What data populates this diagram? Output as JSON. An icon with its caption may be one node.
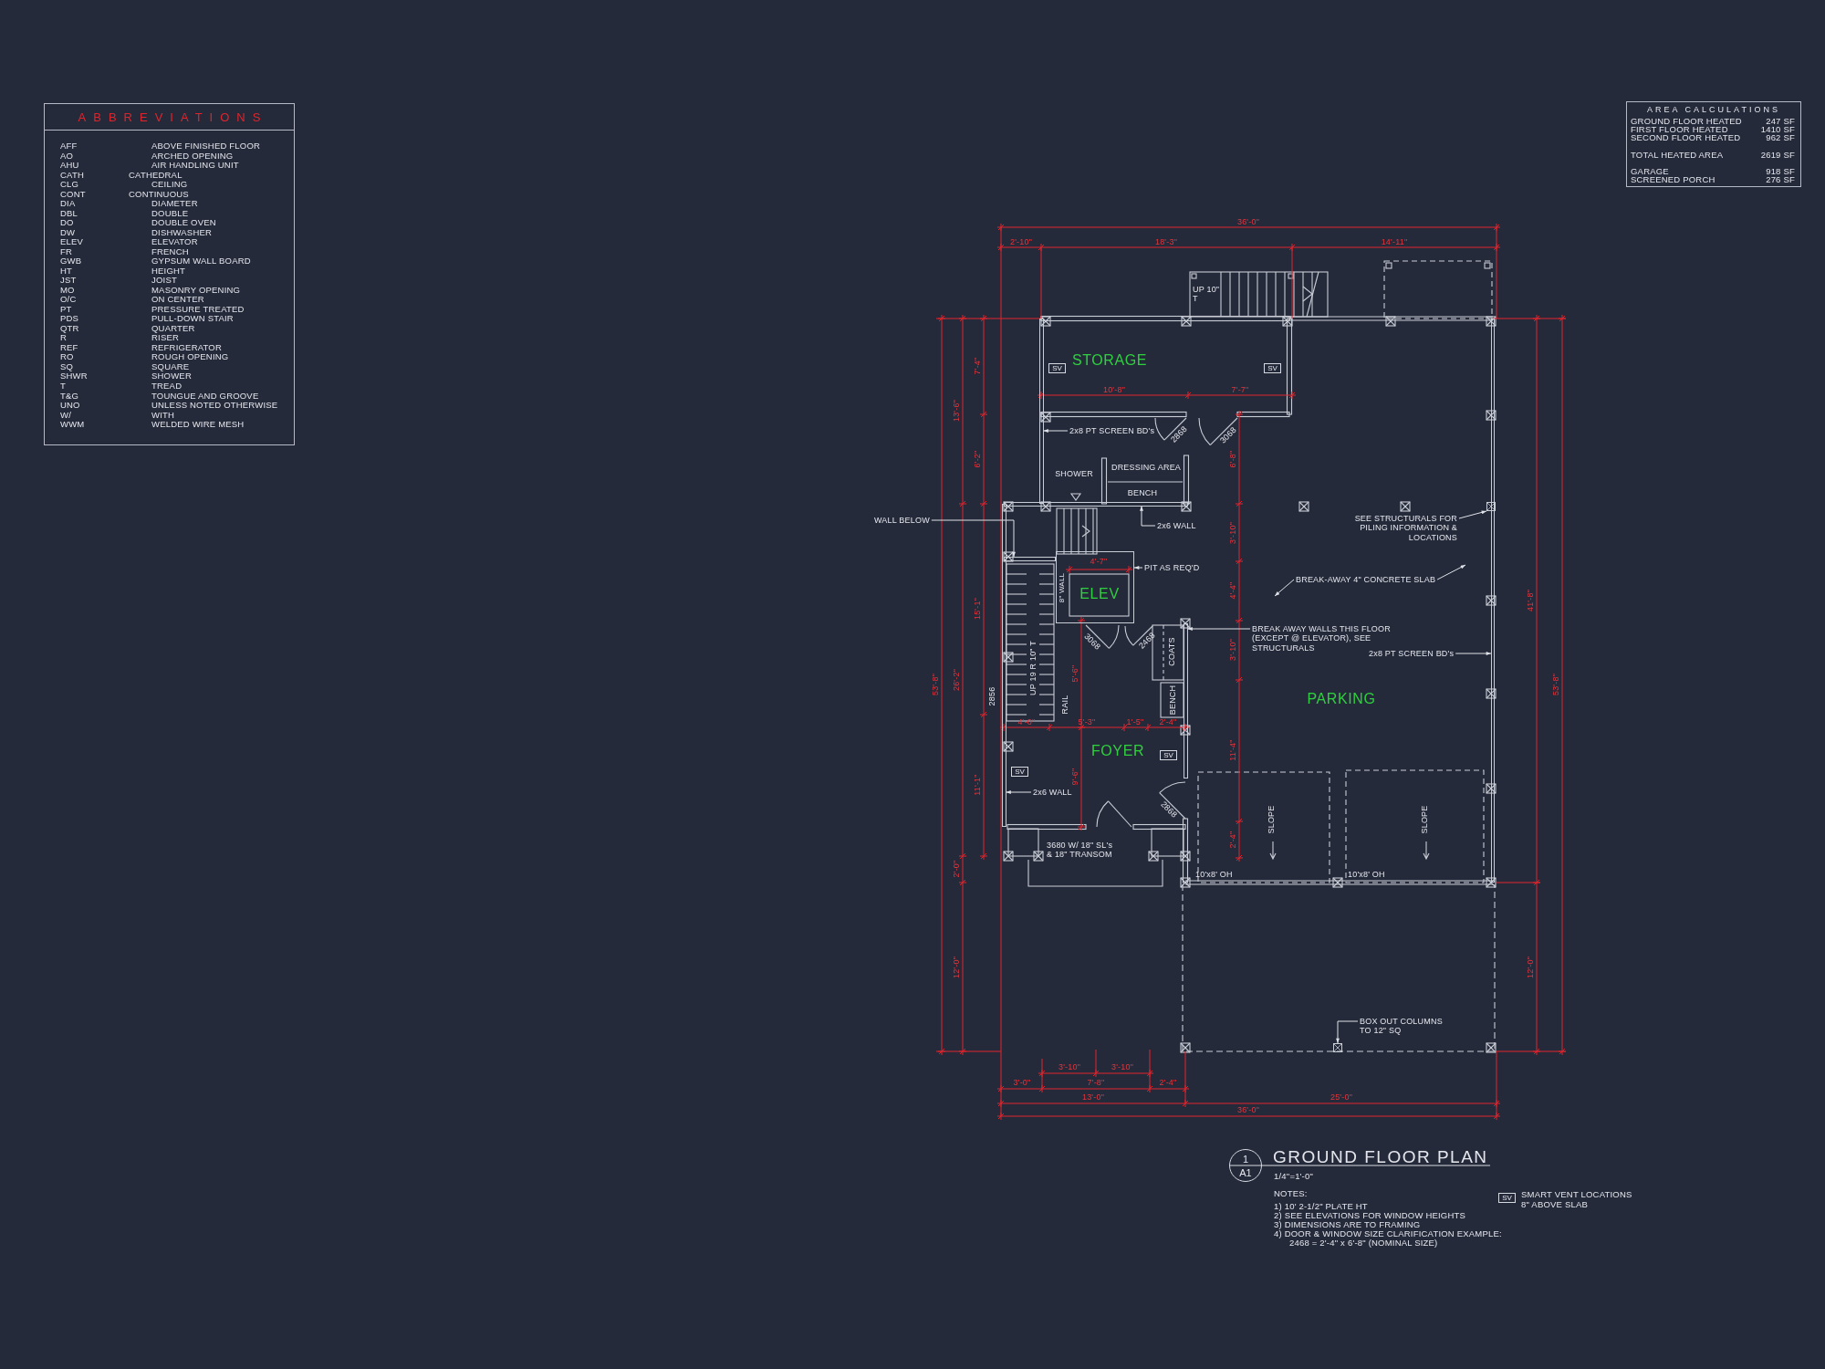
{
  "diagram": {
    "title": "GROUND FLOOR PLAN",
    "nodes": [
      {
        "text": [
          "ABBREVIATIONS"
        ]
      },
      {
        "text": [
          "AREA CALCULATIONS"
        ]
      },
      {
        "text": [
          "SV"
        ]
      },
      {
        "text": [
          "SV"
        ]
      },
      {
        "text": [
          "SV"
        ]
      },
      {
        "text": [
          "SV"
        ]
      },
      {
        "text": [
          "2x8 PT SCREEN BD's"
        ]
      },
      {
        "text": [
          "WALL BELOW"
        ]
      },
      {
        "text": [
          "2x6 WALL"
        ]
      },
      {
        "text": [
          "PIT AS REQ'D"
        ]
      },
      {
        "text": [
          "SEE STRUCTURALS FOR PILING INFORMATION & LOCATIONS"
        ]
      },
      {
        "text": [
          "BREAK-AWAY 4\" CONCRETE SLAB"
        ]
      },
      {
        "text": [
          "BREAK AWAY WALLS THIS FLOOR (EXCEPT @ ELEVATOR), SEE STRUCTURALS"
        ]
      },
      {
        "text": [
          "2x8 PT SCREEN BD's"
        ]
      },
      {
        "text": [
          "2x6 WALL"
        ]
      },
      {
        "text": [
          "BOX OUT COLUMNS TO 12\" SQ"
        ]
      },
      {
        "text": [
          "1",
          "A1"
        ]
      },
      {
        "text": [
          "SV"
        ],
        "beside": [
          "SMART VENT LOCATIONS 8\" ABOVE SLAB"
        ]
      },
      {
        "text": [
          "ELEV"
        ]
      },
      {
        "text": [],
        "shape": "bar"
      },
      {
        "text": [],
        "shape": "bar"
      },
      {
        "text": [],
        "shape": "bar"
      },
      {
        "text": [],
        "shape": "box"
      },
      {
        "text": [],
        "shape": "bar"
      },
      {
        "text": [],
        "shape": "bar"
      },
      {
        "text": [],
        "shape": "bar"
      },
      {
        "text": [],
        "shape": "box"
      }
    ],
    "edges": [
      {
        "from": 6,
        "to": 19,
        "arrow": "to"
      },
      {
        "from": 7,
        "to": 20,
        "arrow": "to"
      },
      {
        "from": 8,
        "to": 21,
        "arrow": "to"
      },
      {
        "from": 9,
        "to": 18,
        "arrow": "to"
      },
      {
        "from": 10,
        "to": 22,
        "arrow": "to"
      },
      {
        "from": 11,
        "to": null,
        "arrow": "to"
      },
      {
        "from": 11,
        "to": null,
        "arrow": "to"
      },
      {
        "from": 12,
        "to": 23,
        "arrow": "to"
      },
      {
        "from": 13,
        "to": 24,
        "arrow": "to"
      },
      {
        "from": 14,
        "to": 25,
        "arrow": "to"
      },
      {
        "from": 15,
        "to": 26,
        "arrow": "to"
      }
    ],
    "labels": [
      "AFF",
      "ABOVE FINISHED FLOOR",
      "AO",
      "ARCHED OPENING",
      "AHU",
      "AIR HANDLING UNIT",
      "CATH",
      "CATHEDRAL",
      "CLG",
      "CEILING",
      "CONT",
      "CONTINUOUS",
      "DIA",
      "DIAMETER",
      "DBL",
      "DOUBLE",
      "DO",
      "DOUBLE OVEN",
      "DW",
      "DISHWASHER",
      "ELEV",
      "ELEVATOR",
      "FR",
      "FRENCH",
      "GWB",
      "GYPSUM WALL BOARD",
      "HT",
      "HEIGHT",
      "JST",
      "JOIST",
      "MO",
      "MASONRY OPENING",
      "O/C",
      "ON CENTER",
      "PT",
      "PRESSURE TREATED",
      "PDS",
      "PULL-DOWN STAIR",
      "QTR",
      "QUARTER",
      "R",
      "RISER",
      "REF",
      "REFRIGERATOR",
      "RO",
      "ROUGH OPENING",
      "SQ",
      "SQUARE",
      "SHWR",
      "SHOWER",
      "T",
      "TREAD",
      "T&G",
      "TOUNGUE AND GROOVE",
      "UNO",
      "UNLESS NOTED OTHERWISE",
      "W/",
      "WITH",
      "WWM",
      "WELDED WIRE MESH",
      "GROUND FLOOR HEATED",
      "247 SF",
      "FIRST FLOOR HEATED",
      "1410 SF",
      "SECOND FLOOR HEATED",
      "962 SF",
      "TOTAL HEATED AREA",
      "2619 SF",
      "GARAGE",
      "918 SF",
      "SCREENED PORCH",
      "276 SF",
      "36'-0\"",
      "2'-10\"",
      "18'-3\"",
      "14'-11\"",
      "UP 10\" T",
      "STORAGE",
      "10'-8\"",
      "7'-7\"",
      "7'-4\"",
      "13'-6\"",
      "2868",
      "3068",
      "6'-2\"",
      "6'-8\"",
      "SHOWER",
      "DRESSING AREA",
      "BENCH",
      "3'-10\"",
      "4'-7\"",
      "8\" WALL",
      "4'-4\"",
      "15'-1\"",
      "3068",
      "2468",
      "COATS",
      "3'-10\"",
      "5'-6\"",
      "UP 19 R 10\" T",
      "53'-8\"",
      "26'-2\"",
      "53'-8\"",
      "41'-8\"",
      "RAIL",
      "2856",
      "BENCH",
      "PARKING",
      "4'-0\"",
      "5'-3\"",
      "1'-5\"",
      "2'-4\"",
      "FOYER",
      "11'-4\"",
      "11'-1\"",
      "9'-6\"",
      "2868",
      "SLOPE",
      "SLOPE",
      "3680 W/ 18\" SL's & 18\" TRANSOM",
      "2'-4\"",
      "2'-0\"",
      "10'x8' OH",
      "10'x8' OH",
      "12'-0\"",
      "12'-0\"",
      "3'-10\"",
      "3'-10\"",
      "3'-0\"",
      "7'-8\"",
      "2'-4\"",
      "13'-0\"",
      "25'-0\"",
      "36'-0\"",
      "1/4\"=1'-0\"",
      "NOTES:",
      "1) 10' 2-1/2\" PLATE HT",
      "2) SEE ELEVATIONS FOR WINDOW HEIGHTS",
      "3) DIMENSIONS ARE TO FRAMING",
      "4) DOOR & WINDOW SIZE CLARIFICATION EXAMPLE:",
      "2468 = 2'-4\" x 6'-8\" (NOMINAL SIZE)"
    ]
  }
}
